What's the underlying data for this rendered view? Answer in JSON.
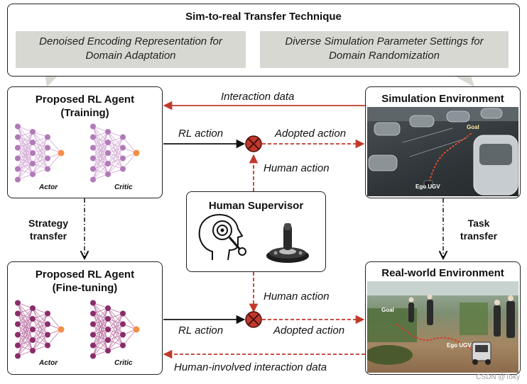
{
  "top": {
    "title": "Sim-to-real Transfer Technique",
    "left_callout": [
      "Denoised Encoding Representation for",
      "Domain Adaptation"
    ],
    "right_callout": [
      "Diverse Simulation Parameter Settings for",
      "Domain Randomization"
    ]
  },
  "agent_training": {
    "title": [
      "Proposed RL Agent",
      "(Training)"
    ],
    "actor": "Actor",
    "critic": "Critic"
  },
  "agent_finetune": {
    "title": [
      "Proposed RL Agent",
      "(Fine-tuning)"
    ],
    "actor": "Actor",
    "critic": "Critic"
  },
  "supervisor": {
    "title": "Human Supervisor"
  },
  "sim_env": {
    "title": "Simulation Environment",
    "goal": "Goal",
    "ugv": "Ego UGV"
  },
  "real_env": {
    "title": "Real-world Environment",
    "goal": "Goal",
    "ugv": "Ego UGV"
  },
  "edges": {
    "interaction_data": "Interaction data",
    "rl_action_top": "RL action",
    "adopted_action_top": "Adopted action",
    "human_action_top": "Human action",
    "human_action_bottom": "Human action",
    "rl_action_bottom": "RL action",
    "adopted_action_bottom": "Adopted action",
    "human_involved": "Human-involved interaction data",
    "strategy_transfer": [
      "Strategy",
      "transfer"
    ],
    "task_transfer": [
      "Task",
      "transfer"
    ]
  },
  "watermark": "CSDN @Toky",
  "colors": {
    "red": "#c0392b",
    "nn_top": "#b07ab7",
    "nn_bottom": "#8a2d6a",
    "nn_out": "#f2904a",
    "callout": "#d8d8d2"
  }
}
